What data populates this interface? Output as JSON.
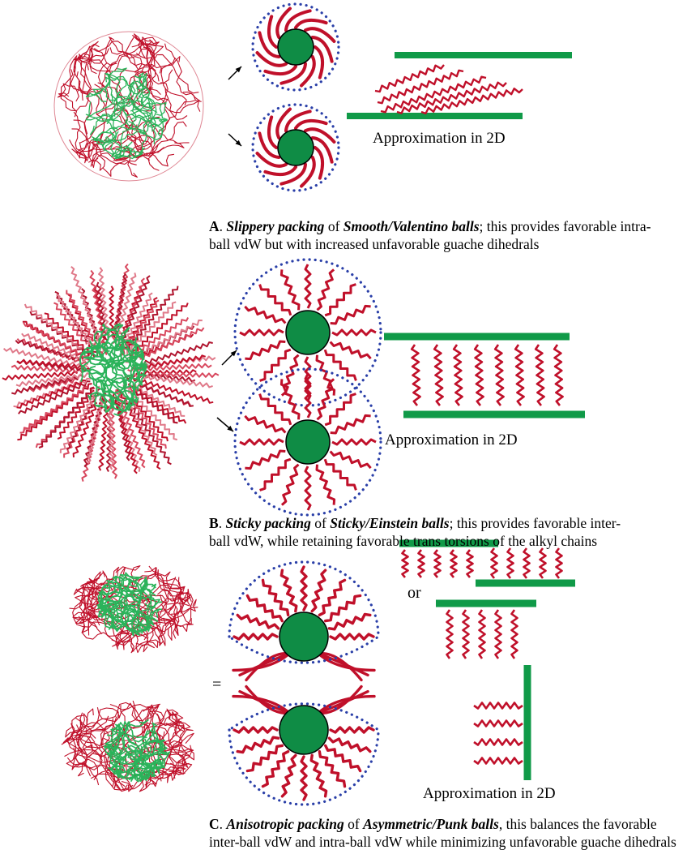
{
  "panels": {
    "a": {
      "letter": "A",
      "term1": "Slippery packing",
      "mid1": " of ",
      "term2": "Smooth/Valentino balls",
      "rest_line1": "; this provides favorable intra-",
      "line2": "ball vdW but with increased unfavorable guache dihedrals",
      "approx_label": "Approximation in 2D"
    },
    "b": {
      "letter": "B",
      "term1": "Sticky packing",
      "mid1": " of ",
      "term2": "Sticky/Einstein balls",
      "rest_line1": "; this provides favorable inter-",
      "line2": "ball vdW, while retaining favorable trans torsions of the alkyl chains",
      "approx_label": "Approximation in 2D"
    },
    "c": {
      "letter": "C",
      "term1": "Anisotropic packing",
      "mid1": " of ",
      "term2": "Asymmetric/Punk balls",
      "rest_line1": ", this balances the favorable",
      "line2": "inter-ball vdW and intra-ball vdW while minimizing unfavorable guache dihedrals",
      "approx_label": "Approximation in 2D",
      "equals": "=",
      "or": "or"
    }
  },
  "colors": {
    "chain_red": "#c0102a",
    "core_green": "#0f8c45",
    "bar_green": "#109a48",
    "dot_blue": "#2a3fa8",
    "mesh_green": "#2bb35a"
  }
}
